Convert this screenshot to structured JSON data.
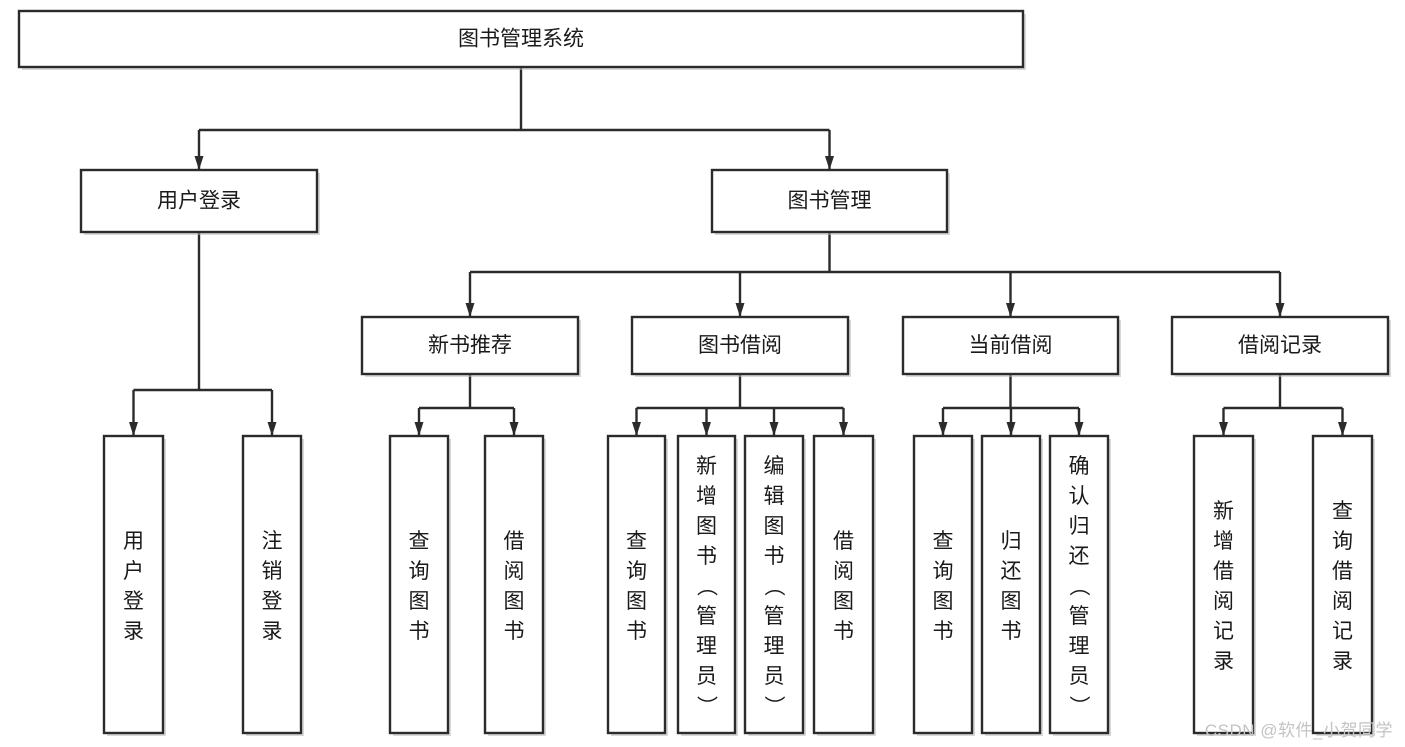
{
  "diagram": {
    "type": "tree",
    "title": "图书管理系统",
    "orientation": "top-down",
    "background_color": "#ffffff",
    "box_fill": "#ffffff",
    "box_stroke": "#2b2b2b",
    "text_color": "#1a1a1a",
    "nodes": {
      "root": {
        "label": "图书管理系统",
        "orient": "horizontal"
      },
      "l1": [
        {
          "id": "user-login",
          "label": "用户登录",
          "orient": "horizontal"
        },
        {
          "id": "book-manage",
          "label": "图书管理",
          "orient": "horizontal"
        }
      ],
      "l2": [
        {
          "id": "new-book-recommend",
          "label": "新书推荐",
          "orient": "horizontal",
          "parent": "book-manage"
        },
        {
          "id": "book-borrow",
          "label": "图书借阅",
          "orient": "horizontal",
          "parent": "book-manage"
        },
        {
          "id": "current-borrow",
          "label": "当前借阅",
          "orient": "horizontal",
          "parent": "book-manage"
        },
        {
          "id": "borrow-record",
          "label": "借阅记录",
          "orient": "horizontal",
          "parent": "book-manage"
        }
      ],
      "leaves": [
        {
          "id": "leaf-user-login",
          "label": "用户登录",
          "orient": "vertical",
          "parent": "user-login"
        },
        {
          "id": "leaf-logout-login",
          "label": "注销登录",
          "orient": "vertical",
          "parent": "user-login"
        },
        {
          "id": "leaf-query-book-1",
          "label": "查询图书",
          "orient": "vertical",
          "parent": "new-book-recommend"
        },
        {
          "id": "leaf-borrow-book-1",
          "label": "借阅图书",
          "orient": "vertical",
          "parent": "new-book-recommend"
        },
        {
          "id": "leaf-query-book-2",
          "label": "查询图书",
          "orient": "vertical",
          "parent": "book-borrow"
        },
        {
          "id": "leaf-add-book",
          "label": "新增图书（管理员）",
          "orient": "vertical",
          "parent": "book-borrow"
        },
        {
          "id": "leaf-edit-book",
          "label": "编辑图书（管理员）",
          "orient": "vertical",
          "parent": "book-borrow"
        },
        {
          "id": "leaf-borrow-book-2",
          "label": "借阅图书",
          "orient": "vertical",
          "parent": "book-borrow"
        },
        {
          "id": "leaf-query-book-3",
          "label": "查询图书",
          "orient": "vertical",
          "parent": "current-borrow"
        },
        {
          "id": "leaf-return-book",
          "label": "归还图书",
          "orient": "vertical",
          "parent": "current-borrow"
        },
        {
          "id": "leaf-confirm-return",
          "label": "确认归还（管理员）",
          "orient": "vertical",
          "parent": "current-borrow"
        },
        {
          "id": "leaf-add-record",
          "label": "新增借阅记录",
          "orient": "vertical",
          "parent": "borrow-record"
        },
        {
          "id": "leaf-query-record",
          "label": "查询借阅记录",
          "orient": "vertical",
          "parent": "borrow-record"
        }
      ]
    }
  },
  "watermark": {
    "text": "CSDN @软件_小贺同学"
  }
}
